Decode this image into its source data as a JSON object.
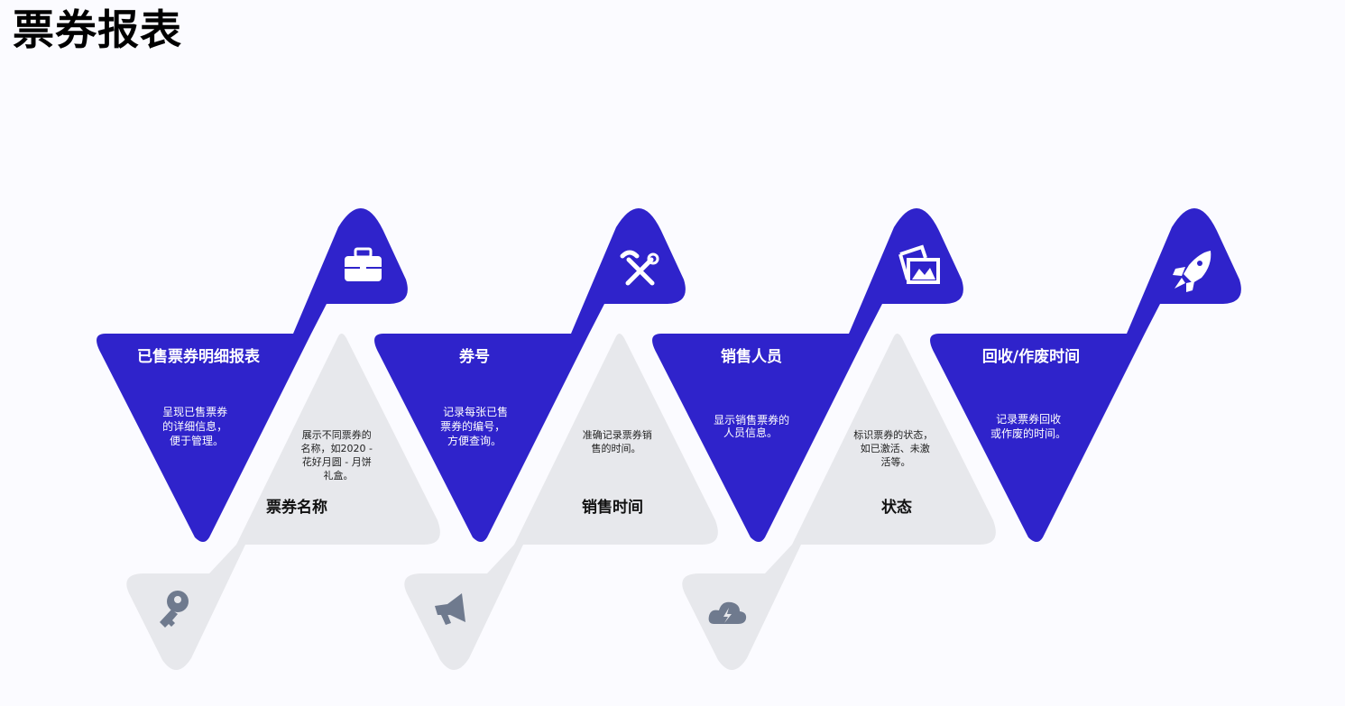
{
  "page": {
    "title": "票券报表"
  },
  "colors": {
    "accent": "#2f23cb",
    "grey": "#e7e8ec",
    "grey_icon": "#6f7a8e",
    "background": "#fbfbff"
  },
  "steps": [
    {
      "title": "已售票券明细报表",
      "desc": [
        "呈现已售票券",
        "的详细信息，",
        "便于管理。"
      ],
      "icon": "briefcase-icon"
    },
    {
      "title": "票券名称",
      "desc": [
        "展示不同票券的",
        "名称，如2020 -",
        "花好月圆 - 月饼",
        "礼盒。"
      ],
      "icon": "key-icon"
    },
    {
      "title": "券号",
      "desc": [
        "记录每张已售",
        "票券的编号，",
        "方便查询。"
      ],
      "icon": "tools-icon"
    },
    {
      "title": "销售时间",
      "desc": [
        "准确记录票券销",
        "售的时间。"
      ],
      "icon": "megaphone-icon"
    },
    {
      "title": "销售人员",
      "desc": [
        "显示销售票券的",
        "人员信息。"
      ],
      "icon": "images-icon"
    },
    {
      "title": "状态",
      "desc": [
        "标识票券的状态，",
        "如已激活、未激",
        "活等。"
      ],
      "icon": "cloud-bolt-icon"
    },
    {
      "title": "回收/作废时间",
      "desc": [
        "记录票券回收",
        "或作废的时间。"
      ],
      "icon": "rocket-icon"
    }
  ]
}
